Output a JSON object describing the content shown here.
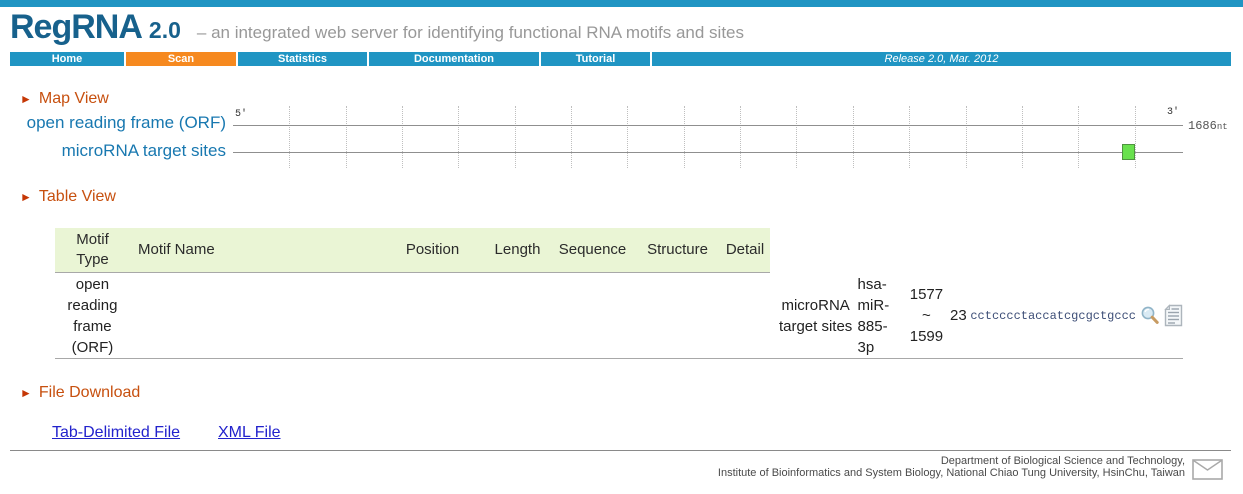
{
  "header": {
    "logo_text": "RegRNA",
    "logo_version": "2.0",
    "tagline": "– an integrated web server for identifying functional RNA motifs and sites"
  },
  "nav": {
    "items": [
      {
        "label": "Home",
        "active": false
      },
      {
        "label": "Scan",
        "active": true
      },
      {
        "label": "Statistics",
        "active": false
      },
      {
        "label": "Documentation",
        "active": false
      },
      {
        "label": "Tutorial",
        "active": false
      }
    ],
    "release_note": "Release 2.0, Mar. 2012"
  },
  "map_view": {
    "section_title": "Map View",
    "track_labels": [
      "open reading frame (ORF)",
      "microRNA target sites"
    ],
    "five_prime_label": "5'",
    "three_prime_label": "3'",
    "length_value": "1686",
    "length_unit": "nt",
    "sequence_length": 1686,
    "grid_interval": 100,
    "hit": {
      "track": "microRNA target sites",
      "start": 1577,
      "end": 1599,
      "fill_color": "#69E14E",
      "border_color": "#4F9340"
    }
  },
  "table_view": {
    "section_title": "Table View",
    "columns": [
      "Motif Type",
      "Motif Name",
      "Position",
      "Length",
      "Sequence",
      "Structure",
      "Detail"
    ],
    "row": {
      "motif_type": "open reading frame (ORF)",
      "site_type": "microRNA target sites",
      "motif_name": "hsa-miR-885-3p",
      "position": "1577 ~ 1599",
      "length": "23",
      "sequence": "cctcccctaccatcgcgctgccc"
    }
  },
  "file_download": {
    "section_title": "File Download",
    "links": [
      {
        "label": "Tab-Delimited File"
      },
      {
        "label": "XML File"
      }
    ]
  },
  "footer": {
    "line1": "Department of Biological Science and Technology,",
    "line2": "Institute of Bioinformatics and System Biology, National Chiao Tung University, HsinChu, Taiwan"
  },
  "icons": {
    "section_arrow": "►",
    "structure": "magnifier-icon",
    "detail": "document-icon",
    "contact": "envelope-icon"
  },
  "colors": {
    "nav_blue": "#2095C3",
    "nav_active_orange": "#F6891F",
    "logo_blue": "#17618C",
    "section_title_orange": "#C7500F",
    "arrow_red": "#C53705",
    "track_label_blue": "#1878B0",
    "link_blue": "#2222CC",
    "table_header_bg": "#EAF5D5",
    "sequence_navy": "#3D4E77"
  }
}
